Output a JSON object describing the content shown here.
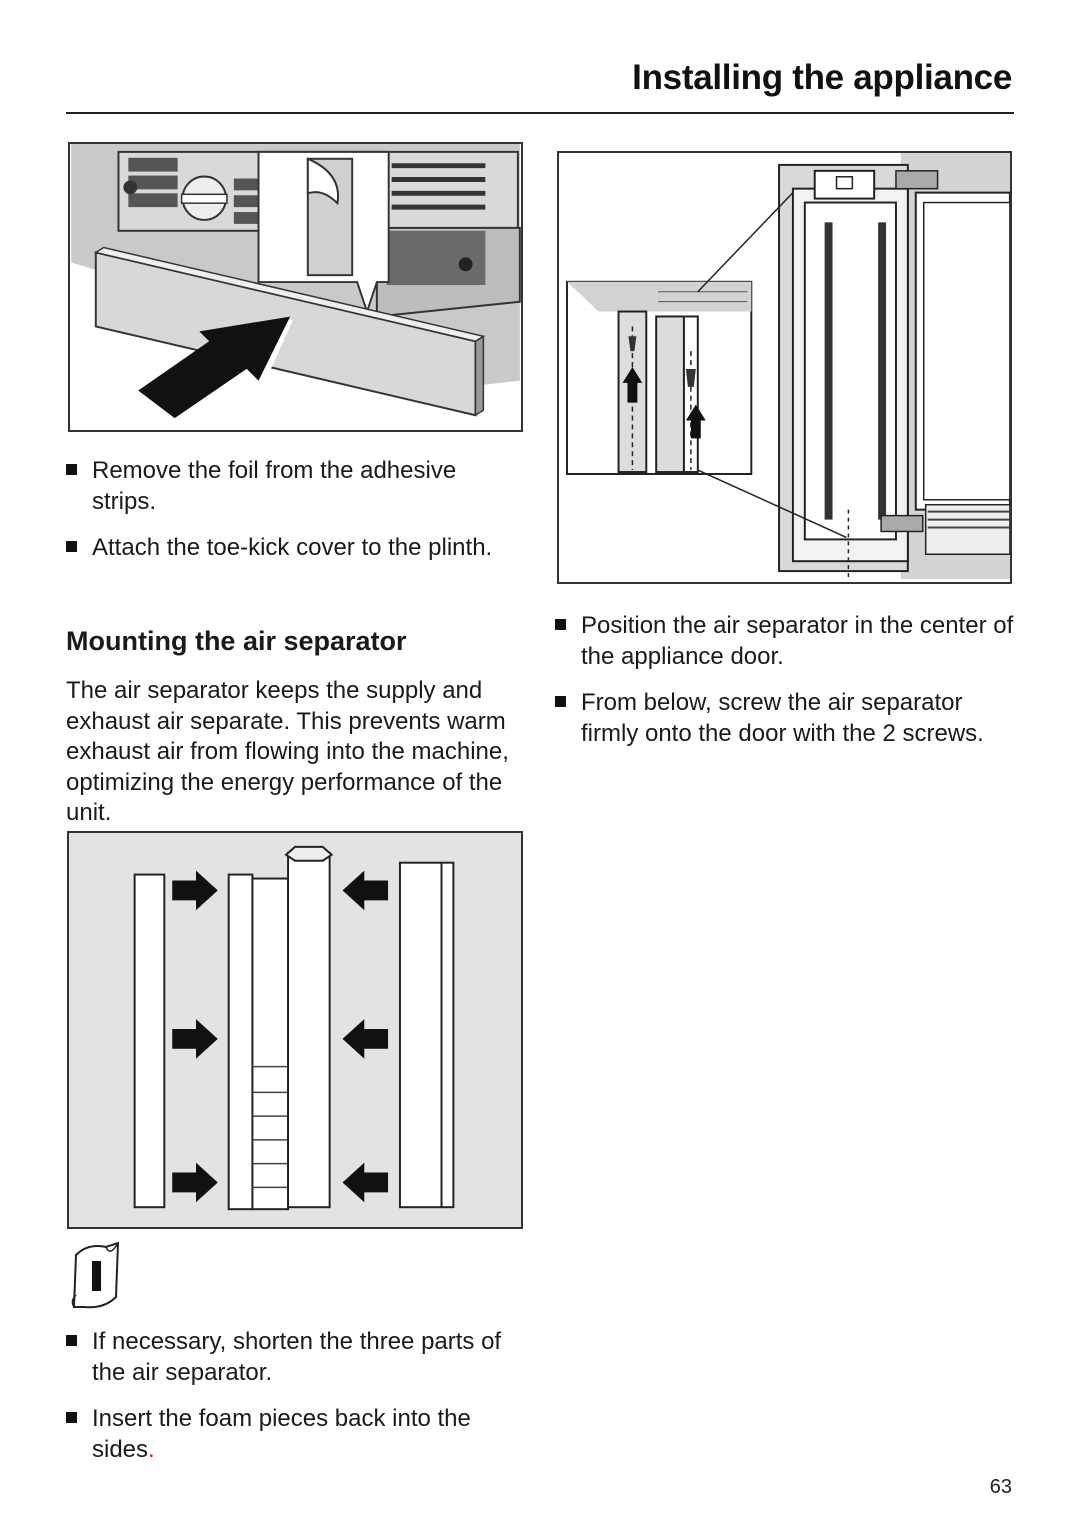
{
  "header": {
    "title": "Installing the appliance"
  },
  "top_left_steps": [
    "Remove the foil from the adhesive strips.",
    "Attach the toe-kick cover to the plinth."
  ],
  "section": {
    "title": "Mounting the air separator",
    "intro": "The air separator keeps the supply and exhaust air separate. This prevents warm exhaust air from flowing into the machine, optimizing the energy performance of the unit."
  },
  "bottom_left_steps": [
    "If necessary, shorten the three parts of the air separator.",
    "Insert the foam pieces back into the sides"
  ],
  "bottom_left_trailing": ".",
  "right_steps": [
    "Position the air separator in the center of the appliance door.",
    "From below, screw the air separator firmly onto the door with the 2 screws."
  ],
  "footer": {
    "page_number": "63"
  },
  "icons": {
    "bullet": "square-bullet-icon",
    "tool": "knife-tool-icon"
  }
}
